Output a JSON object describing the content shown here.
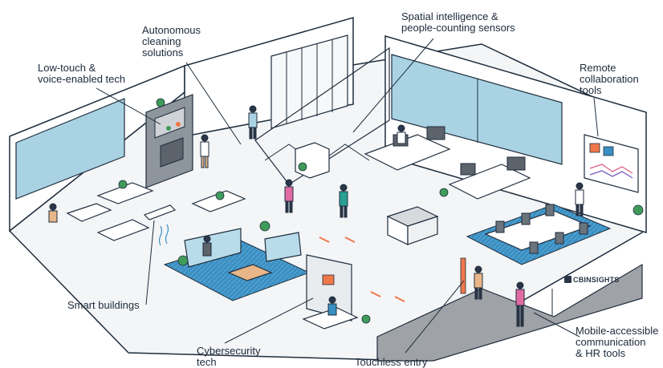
{
  "labels": {
    "autonomous_cleaning": "Autonomous\ncleaning\nsolutions",
    "spatial_intelligence": "Spatial intelligence &\npeople-counting sensors",
    "low_touch": "Low-touch &\nvoice-enabled tech",
    "remote_collab": "Remote\ncollaboration\ntools",
    "smart_buildings": "Smart buildings",
    "cybersecurity": "Cybersecurity\ntech",
    "touchless_entry": "Touchless entry",
    "mobile_accessible": "Mobile-accessible\ncommunication\n& HR tools"
  },
  "brand": {
    "text": "CBINSIGHTS"
  },
  "colors": {
    "outline": "#1f2d3d",
    "wall": "#ffffff",
    "floor": "#f2f4f6",
    "window": "#a9d3e3",
    "rug": "#3a8fc2",
    "accent": "#f0774a",
    "plant": "#3f9b5a",
    "entry_floor": "#9fa3a8"
  }
}
